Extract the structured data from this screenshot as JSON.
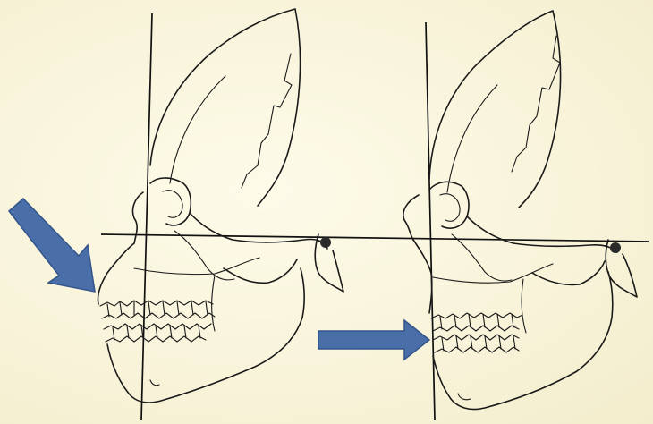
{
  "figure": {
    "panels": [
      {
        "id": "left",
        "subject": "skull-lateral-profile",
        "jaw": "protruding-maxillary-dentition"
      },
      {
        "id": "right",
        "subject": "skull-lateral-profile",
        "jaw": "reduced-facial-projection"
      }
    ],
    "arrows": [
      {
        "panel": "left",
        "direction": "down-right",
        "target": "upper-jaw-front"
      },
      {
        "panel": "right",
        "direction": "right",
        "target": "front-teeth"
      }
    ],
    "colors": {
      "paper": "#f8f3d9",
      "ink": "#1a1a1a",
      "arrow_fill": "#4a6fa8",
      "arrow_stroke": "#34558a"
    }
  }
}
